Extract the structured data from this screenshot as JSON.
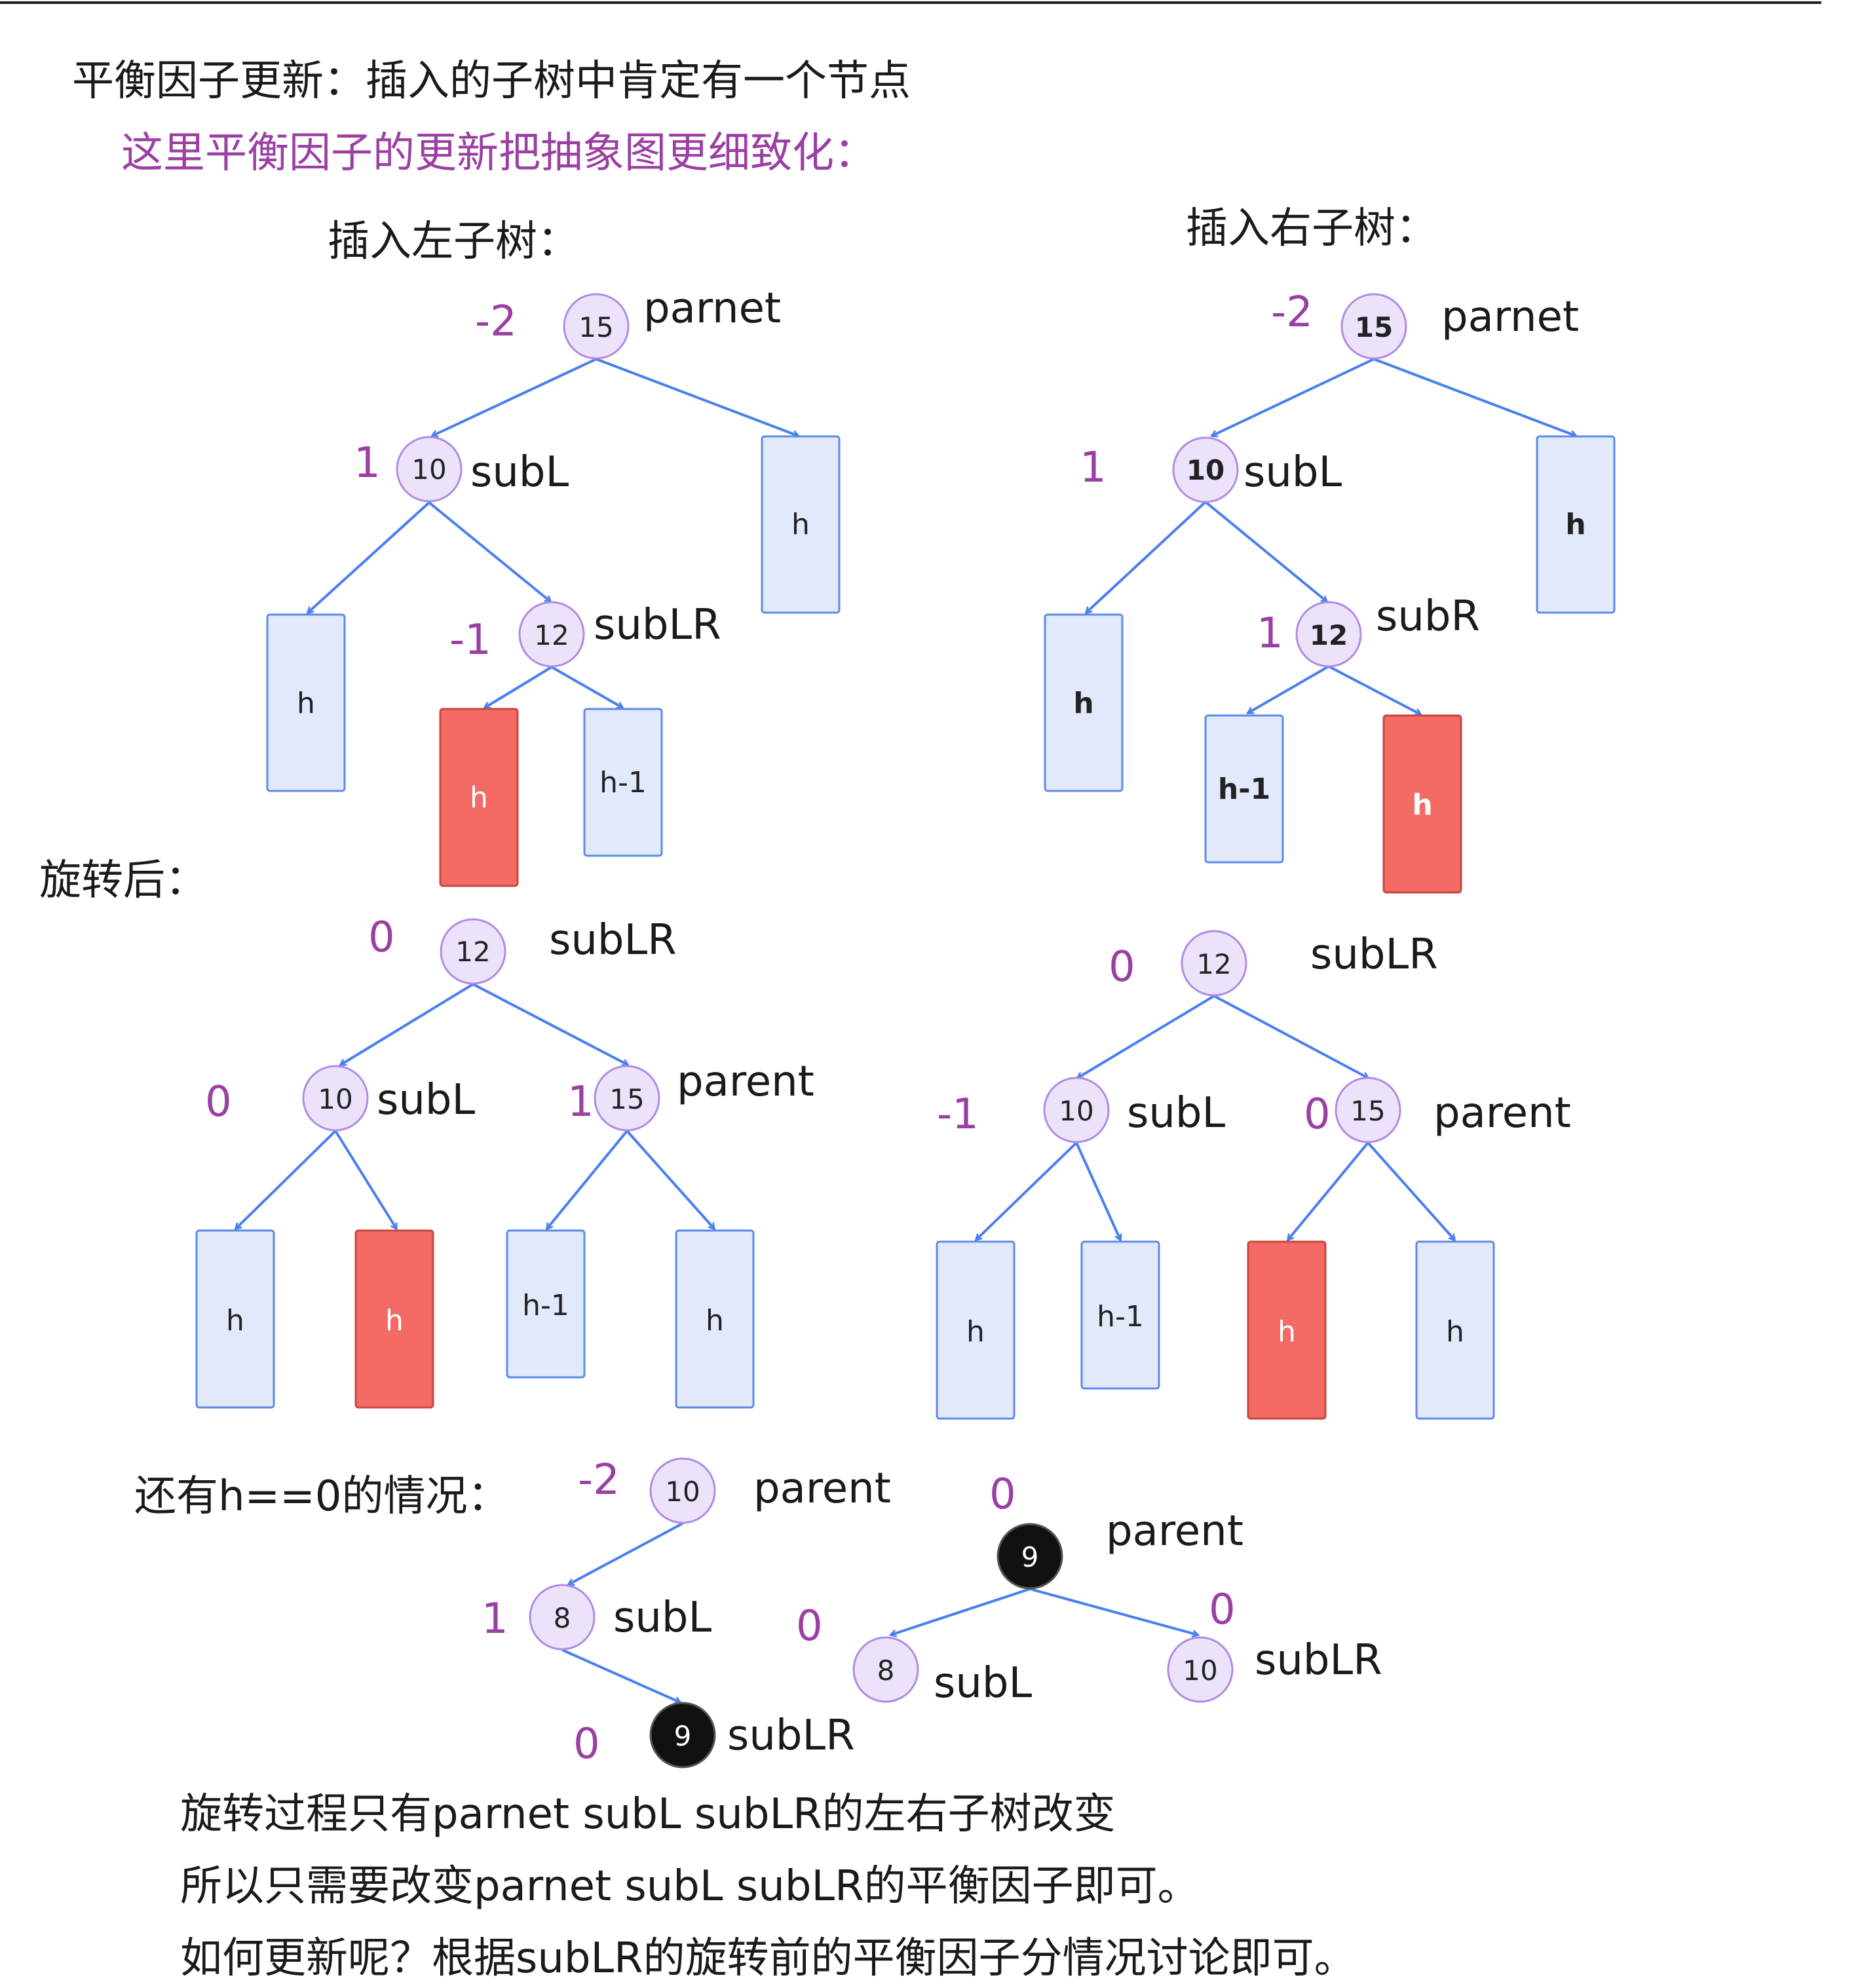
{
  "heading_line1": "平衡因子更新：插入的子树中肯定有一个节点",
  "heading_line2": "这里平衡因子的更新把抽象图更细致化：",
  "label_left_insert": "插入左子树：",
  "label_right_insert": "插入右子树：",
  "label_after_rotation": "旋转后：",
  "label_h_zero": "还有h==0的情况：",
  "footer": [
    "旋转过程只有parnet subL subLR的左右子树改变",
    "所以只需要改变parnet subL subLR的平衡因子即可。",
    "如何更新呢？根据subLR的旋转前的平衡因子分情况讨论即可。"
  ],
  "colors": {
    "node_fill": "#ece3fb",
    "node_dark": "#111111",
    "box_blue": "#e1e9fb",
    "box_red": "#f46a64",
    "edge": "#4a7ff0",
    "balance_factor": "#9b3fa3"
  },
  "nodes": [
    {
      "id": "A1",
      "key": "15",
      "tag": "parnet",
      "bf": "-2"
    },
    {
      "id": "A2",
      "key": "10",
      "tag": "subL",
      "bf": "1"
    },
    {
      "id": "A3",
      "key": "12",
      "tag": "subLR",
      "bf": "-1"
    },
    {
      "id": "B1",
      "key": "15",
      "tag": "parnet",
      "bf": "-2"
    },
    {
      "id": "B2",
      "key": "10",
      "tag": "subL",
      "bf": "1"
    },
    {
      "id": "B3",
      "key": "12",
      "tag": "subR",
      "bf": "1"
    },
    {
      "id": "C1",
      "key": "12",
      "tag": "subLR",
      "bf": "0"
    },
    {
      "id": "C2",
      "key": "10",
      "tag": "subL",
      "bf": "0"
    },
    {
      "id": "C3",
      "key": "15",
      "tag": "parent",
      "bf": "1"
    },
    {
      "id": "D1",
      "key": "12",
      "tag": "subLR",
      "bf": "0"
    },
    {
      "id": "D2",
      "key": "10",
      "tag": "subL",
      "bf": "-1"
    },
    {
      "id": "D3",
      "key": "15",
      "tag": "parent",
      "bf": "0"
    },
    {
      "id": "E1",
      "key": "10",
      "tag": "parent",
      "bf": "-2"
    },
    {
      "id": "E2",
      "key": "8",
      "tag": "subL",
      "bf": "1"
    },
    {
      "id": "E3",
      "key": "9",
      "tag": "subLR",
      "bf": "0"
    },
    {
      "id": "F1",
      "key": "9",
      "tag": "parent",
      "bf": "0"
    },
    {
      "id": "F2",
      "key": "8",
      "tag": "subL",
      "bf": "0"
    },
    {
      "id": "F3",
      "key": "10",
      "tag": "subLR",
      "bf": "0"
    }
  ],
  "subtrees": [
    {
      "id": "A_r",
      "text": "h",
      "highlight": false
    },
    {
      "id": "A_l",
      "text": "h",
      "highlight": false
    },
    {
      "id": "A_mid_l",
      "text": "h",
      "highlight": true
    },
    {
      "id": "A_mid_r",
      "text": "h-1",
      "highlight": false
    },
    {
      "id": "B_r",
      "text": "h",
      "highlight": false
    },
    {
      "id": "B_l",
      "text": "h",
      "highlight": false
    },
    {
      "id": "B_mid_l",
      "text": "h-1",
      "highlight": false
    },
    {
      "id": "B_mid_r",
      "text": "h",
      "highlight": true
    },
    {
      "id": "C_1",
      "text": "h",
      "highlight": false
    },
    {
      "id": "C_2",
      "text": "h",
      "highlight": true
    },
    {
      "id": "C_3",
      "text": "h-1",
      "highlight": false
    },
    {
      "id": "C_4",
      "text": "h",
      "highlight": false
    },
    {
      "id": "D_1",
      "text": "h",
      "highlight": false
    },
    {
      "id": "D_2",
      "text": "h-1",
      "highlight": false
    },
    {
      "id": "D_3",
      "text": "h",
      "highlight": true
    },
    {
      "id": "D_4",
      "text": "h",
      "highlight": false
    }
  ]
}
